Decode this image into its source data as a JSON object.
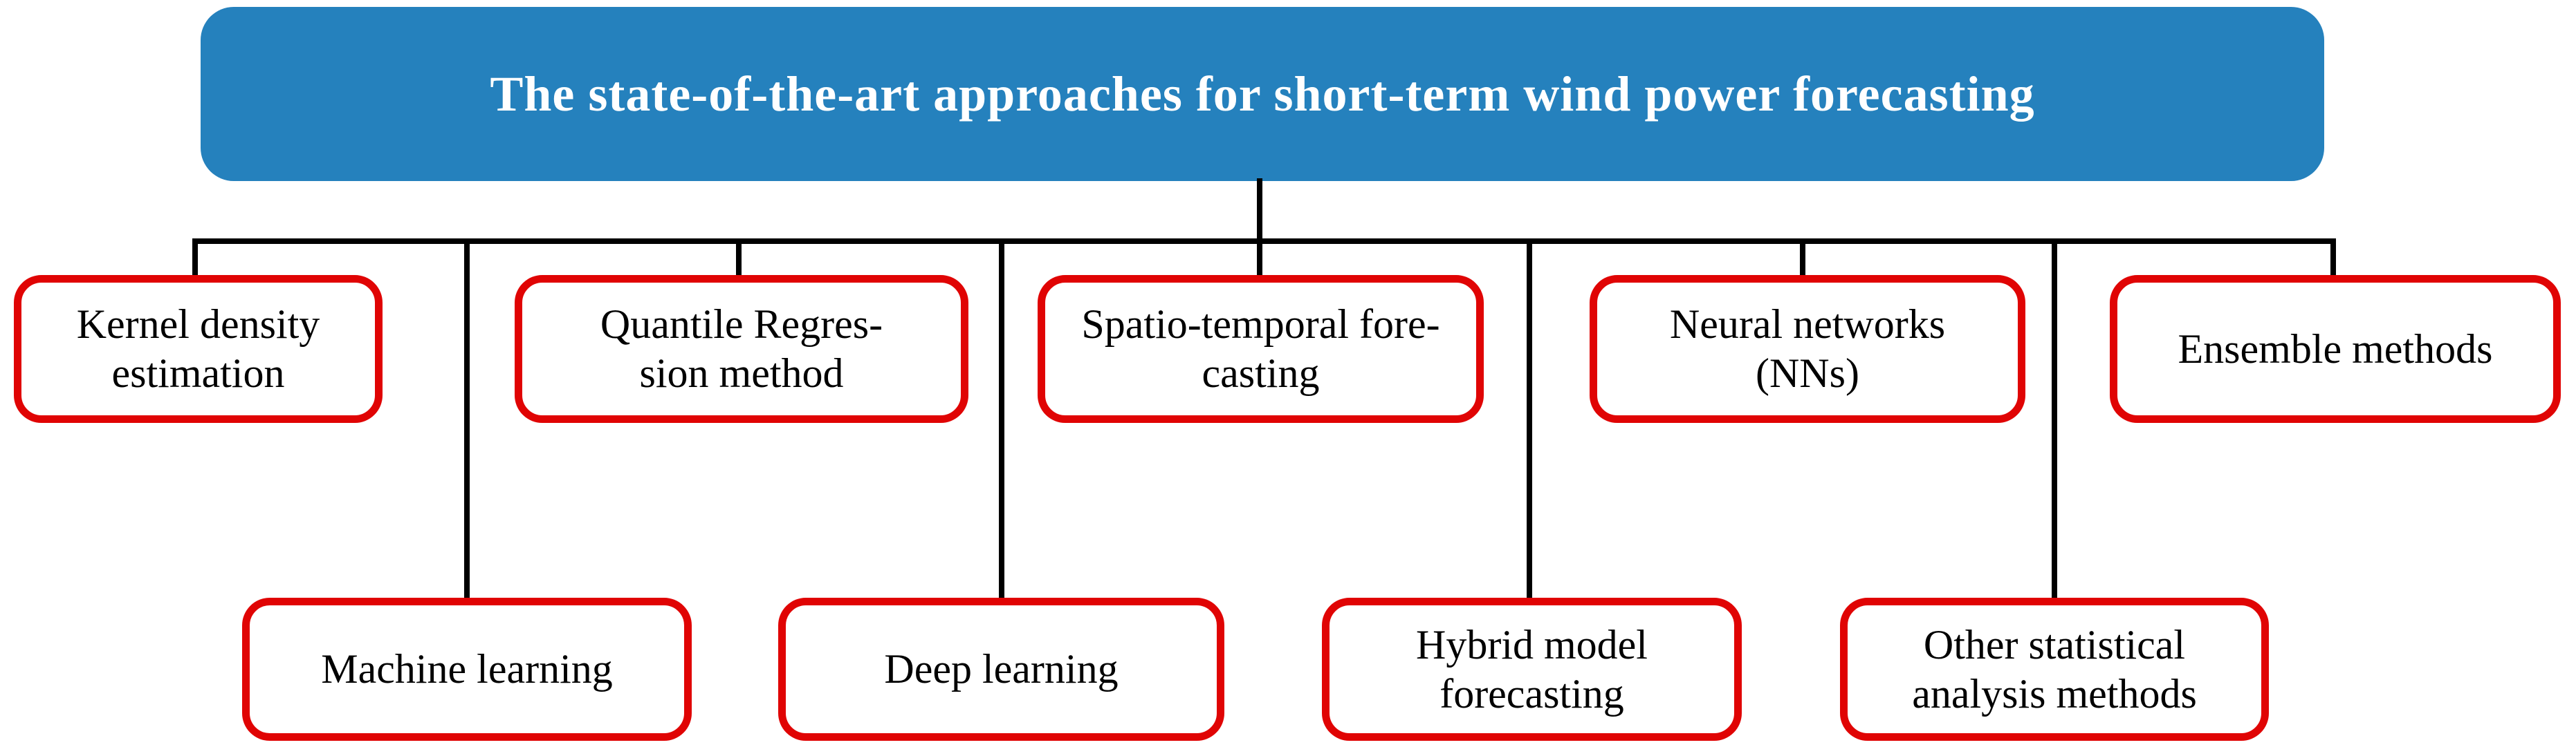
{
  "diagram": {
    "title": "The state-of-the-art approaches for short-term wind power forecasting",
    "colors": {
      "header_bg": "#2581bd",
      "title_text": "#ffffff",
      "box_border": "#e00404",
      "box_text": "#000000",
      "line": "#000000"
    },
    "row1": [
      {
        "label": "Kernel density estimation",
        "line1": "Kernel density",
        "line2": "estimation"
      },
      {
        "label": "Quantile Regression method",
        "line1": "Quantile Regres-",
        "line2": "sion method"
      },
      {
        "label": "Spatio-temporal forecasting",
        "line1": "Spatio-temporal fore-",
        "line2": "casting"
      },
      {
        "label": "Neural networks (NNs)",
        "line1": "Neural networks",
        "line2": "(NNs)"
      },
      {
        "label": "Ensemble methods",
        "line1": "Ensemble methods",
        "line2": ""
      }
    ],
    "row2": [
      {
        "label": "Machine learning",
        "line1": "Machine learning",
        "line2": ""
      },
      {
        "label": "Deep learning",
        "line1": "Deep learning",
        "line2": ""
      },
      {
        "label": "Hybrid model forecasting",
        "line1": "Hybrid model",
        "line2": "forecasting"
      },
      {
        "label": "Other statistical analysis methods",
        "line1": "Other statistical",
        "line2": "analysis methods"
      }
    ]
  }
}
